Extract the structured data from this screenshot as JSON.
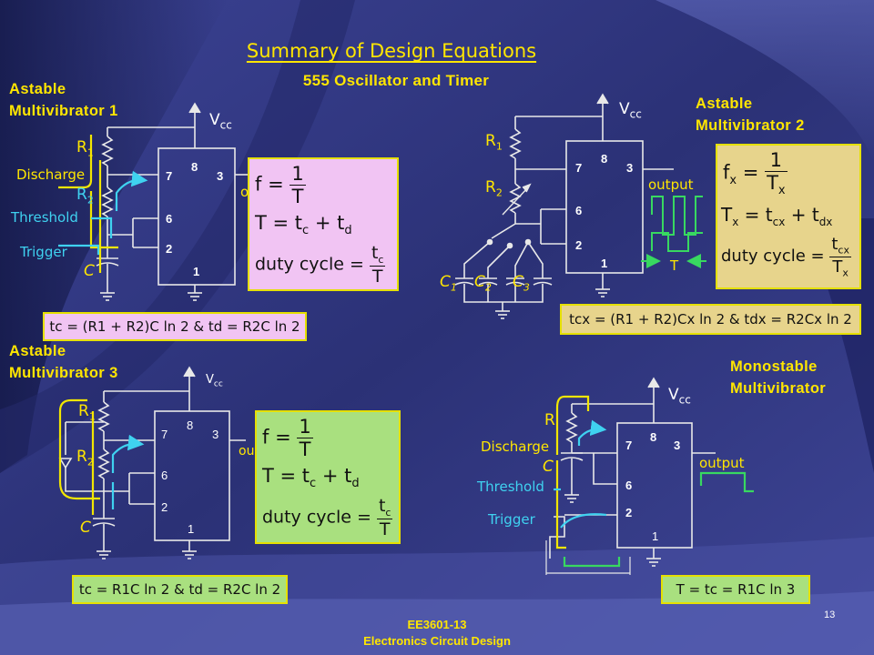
{
  "slide": {
    "title": "Summary of Design Equations",
    "subtitle": "555 Oscillator and Timer",
    "footer_line1": "EE3601-13",
    "footer_line2": "Electronics Circuit Design",
    "page_number": "13"
  },
  "colors": {
    "background": "#2e3478",
    "heading": "#ffe600",
    "pink_panel": "#f1c4f3",
    "green_panel": "#a9e07f",
    "tan_panel": "#e7d48c",
    "wire_white": "#e8e8e8",
    "wire_cyan": "#3fd2f0",
    "wire_yellow": "#f2e600"
  },
  "sections": [
    {
      "id": "astable-1",
      "label_line1": "Astable",
      "label_line2": "Multivibrator  1",
      "vcc": "V",
      "vcc_sub": "cc",
      "labels": {
        "r1": "R",
        "r1_sub": "1",
        "r2": "R",
        "r2_sub": "2",
        "c": "C",
        "discharge": "Discharge",
        "threshold": "Threshold",
        "trigger": "Trigger",
        "out_hint": "o"
      },
      "pins": {
        "p7": "7",
        "p8": "8",
        "p3": "3",
        "p6": "6",
        "p2": "2",
        "p1": "1"
      },
      "eq_f_lhs": "f =",
      "eq_f_num": "1",
      "eq_f_den": "T",
      "eq_T": "T = t",
      "eq_T_sub1": "c",
      "eq_T_mid": " + t",
      "eq_T_sub2": "d",
      "eq_duty": "duty cycle =",
      "eq_duty_num": "t",
      "eq_duty_num_sub": "c",
      "eq_duty_den": "T",
      "bar_eq": "tc = (R1 + R2)C ln 2 & td = R2C ln 2"
    },
    {
      "id": "astable-2",
      "label_line1": "Astable",
      "label_line2": "Multivibrator  2",
      "vcc": "V",
      "vcc_sub": "cc",
      "labels": {
        "r1": "R",
        "r1_sub": "1",
        "r2": "R",
        "r2_sub": "2",
        "c1": "C",
        "c1_sub": "1",
        "c2": "C",
        "c2_sub": "2",
        "c3": "C",
        "c3_sub": "3",
        "output": "output",
        "t": "T"
      },
      "pins": {
        "p7": "7",
        "p8": "8",
        "p3": "3",
        "p6": "6",
        "p2": "2",
        "p1": "1"
      },
      "eq_f_lhs": "f",
      "eq_f_lhs_sub": "x",
      "eq_f_eq": " =",
      "eq_f_num": "1",
      "eq_f_den": "T",
      "eq_f_den_sub": "x",
      "eq_T": "T",
      "eq_T_sub0": "x",
      "eq_T_a": " = t",
      "eq_T_sub1": "cx",
      "eq_T_mid": " + t",
      "eq_T_sub2": "dx",
      "eq_duty": "duty cycle =",
      "eq_duty_num": "t",
      "eq_duty_num_sub": "cx",
      "eq_duty_den": "T",
      "eq_duty_den_sub": "x",
      "bar_eq": "tcx = (R1 + R2)Cx ln 2 & tdx = R2Cx ln 2"
    },
    {
      "id": "astable-3",
      "label_line1": "Astable",
      "label_line2": "Multivibrator  3",
      "vcc": "V",
      "vcc_sub": "cc",
      "labels": {
        "r1": "R",
        "r1_sub": "1",
        "r2": "R",
        "r2_sub": "2",
        "c": "C",
        "out_hint": "ou"
      },
      "pins": {
        "p7": "7",
        "p8": "8",
        "p3": "3",
        "p6": "6",
        "p2": "2",
        "p1": "1"
      },
      "eq_f_lhs": "f =",
      "eq_f_num": "1",
      "eq_f_den": "T",
      "eq_T": "T = t",
      "eq_T_sub1": "c",
      "eq_T_mid": " + t",
      "eq_T_sub2": "d",
      "eq_duty": "duty cycle =",
      "eq_duty_num": "t",
      "eq_duty_num_sub": "c",
      "eq_duty_den": "T",
      "bar_eq": "tc = R1C ln 2 & td = R2C ln 2"
    },
    {
      "id": "monostable",
      "label_line1": "Monostable",
      "label_line2": "Multivibrator",
      "vcc": "V",
      "vcc_sub": "cc",
      "labels": {
        "r": "R",
        "c": "C",
        "discharge": "Discharge",
        "threshold": "Threshold",
        "trigger": "Trigger",
        "output": "output"
      },
      "pins": {
        "p7": "7",
        "p8": "8",
        "p3": "3",
        "p6": "6",
        "p2": "2",
        "p1": "1"
      },
      "bar_eq": "T = tc = R1C ln 3"
    }
  ]
}
